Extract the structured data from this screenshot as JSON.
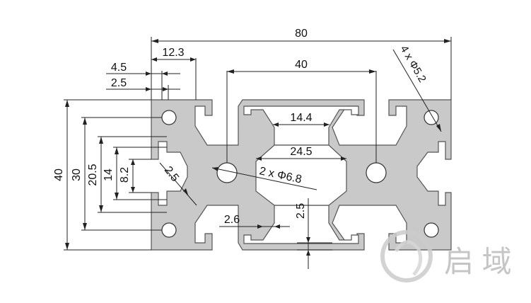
{
  "profile": {
    "fill_color": "#c9c9c9",
    "edge_color": "#555555"
  },
  "dimensions": {
    "width_total": "80",
    "groove_pitch": "12.3",
    "lip_4_5": "4.5",
    "lip_2_5": "2.5",
    "center_spacing": "40",
    "corner_holes": "4 x Φ5.2",
    "slot_opening": "14.4",
    "inner_width": "24.5",
    "center_holes": "2 x Φ6.8",
    "height_total": "40",
    "height_30": "30",
    "height_20_5": "20.5",
    "height_14": "14",
    "height_8_2": "8.2",
    "web_2_5": "2.5",
    "wall_2_6": "2.6",
    "wall_2_5": "2.5"
  },
  "watermark": {
    "brand": "启 域",
    "color": "#bbbbbb"
  }
}
